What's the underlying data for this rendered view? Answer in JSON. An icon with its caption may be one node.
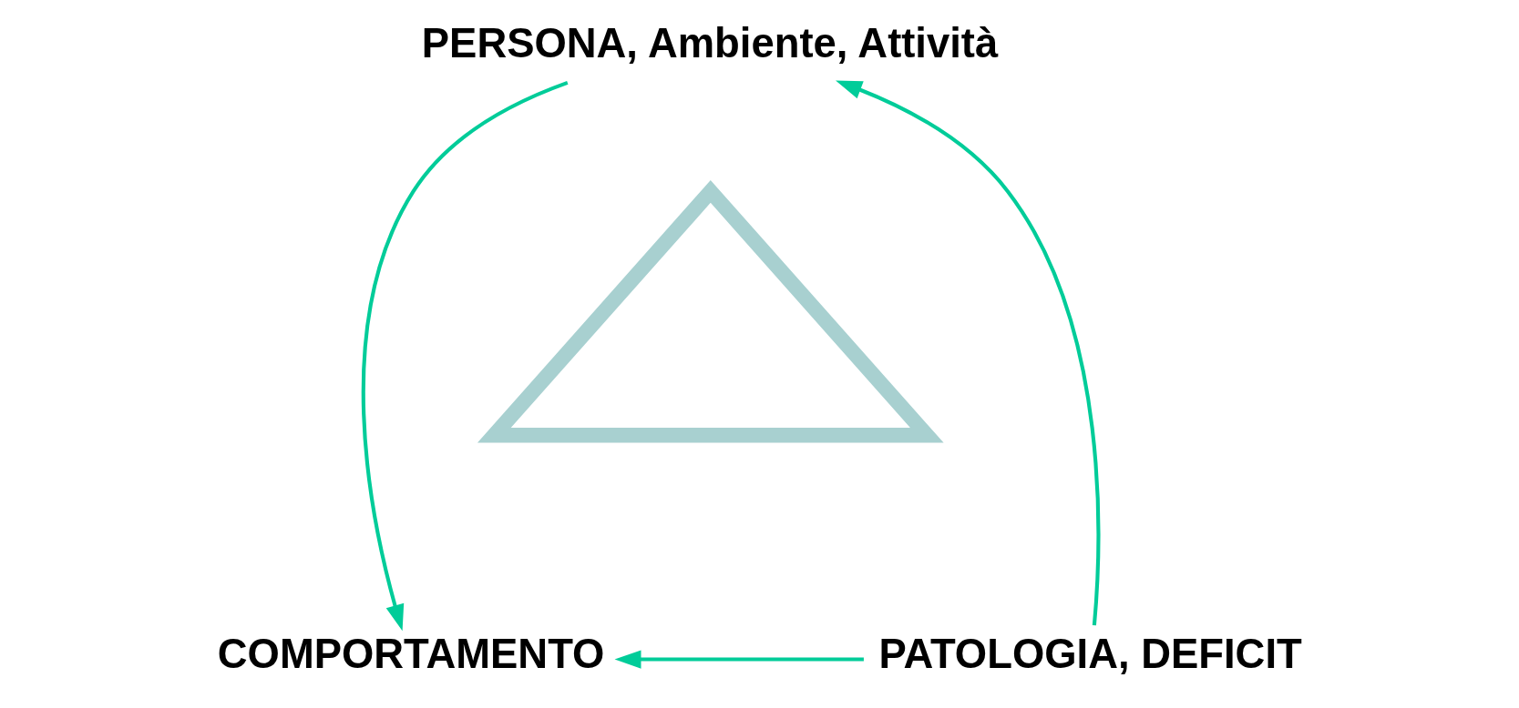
{
  "diagram": {
    "nodes": [
      {
        "text": [
          "PERSONA, Ambiente, Attività"
        ]
      },
      {
        "text": [
          "COMPORTAMENTO"
        ]
      },
      {
        "text": [
          "PATOLOGIA, DEFICIT"
        ]
      },
      {
        "text": [],
        "shape": "triangle"
      }
    ],
    "edges": [
      {
        "from": 0,
        "to": 1,
        "arrow": "to"
      },
      {
        "from": 2,
        "to": 0,
        "arrow": "to"
      },
      {
        "from": 2,
        "to": 1,
        "arrow": "to"
      }
    ]
  }
}
